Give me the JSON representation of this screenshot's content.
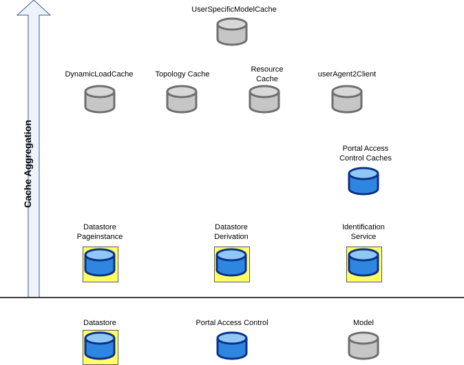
{
  "axis": {
    "title": "Cache Aggregation"
  },
  "colors": {
    "grey_cache": "#c6c6c6",
    "blue_cache": "#2f86e0",
    "dark_blue": "#0a2f8a",
    "highlight": "#ffff66"
  },
  "caches": {
    "user_specific_model": {
      "label": "UserSpecificModelCache",
      "style": "grey"
    },
    "dynamic_load": {
      "label": "DynamicLoadCache",
      "style": "grey"
    },
    "topology": {
      "label": "Topology Cache",
      "style": "grey"
    },
    "resource": {
      "label_line1": "Resource",
      "label_line2": "Cache",
      "style": "grey"
    },
    "user_agent": {
      "label": "userAgent2Client",
      "style": "grey"
    },
    "portal_access_control_caches": {
      "label_line1": "Portal Access",
      "label_line2": "Control Caches",
      "style": "blue"
    },
    "datastore_pageinstance": {
      "label_line1": "Datastore",
      "label_line2": "Pageinstance",
      "style": "blue-highlighted"
    },
    "datastore_derivation": {
      "label_line1": "Datastore",
      "label_line2": "Derivation",
      "style": "blue-highlighted"
    },
    "identification_service": {
      "label_line1": "Identification",
      "label_line2": "Service",
      "style": "blue-highlighted"
    }
  },
  "sources": {
    "datastore": {
      "label": "Datastore",
      "style": "blue-highlighted"
    },
    "portal_access_control": {
      "label": "Portal Access Control",
      "style": "blue"
    },
    "model": {
      "label": "Model",
      "style": "grey"
    }
  }
}
